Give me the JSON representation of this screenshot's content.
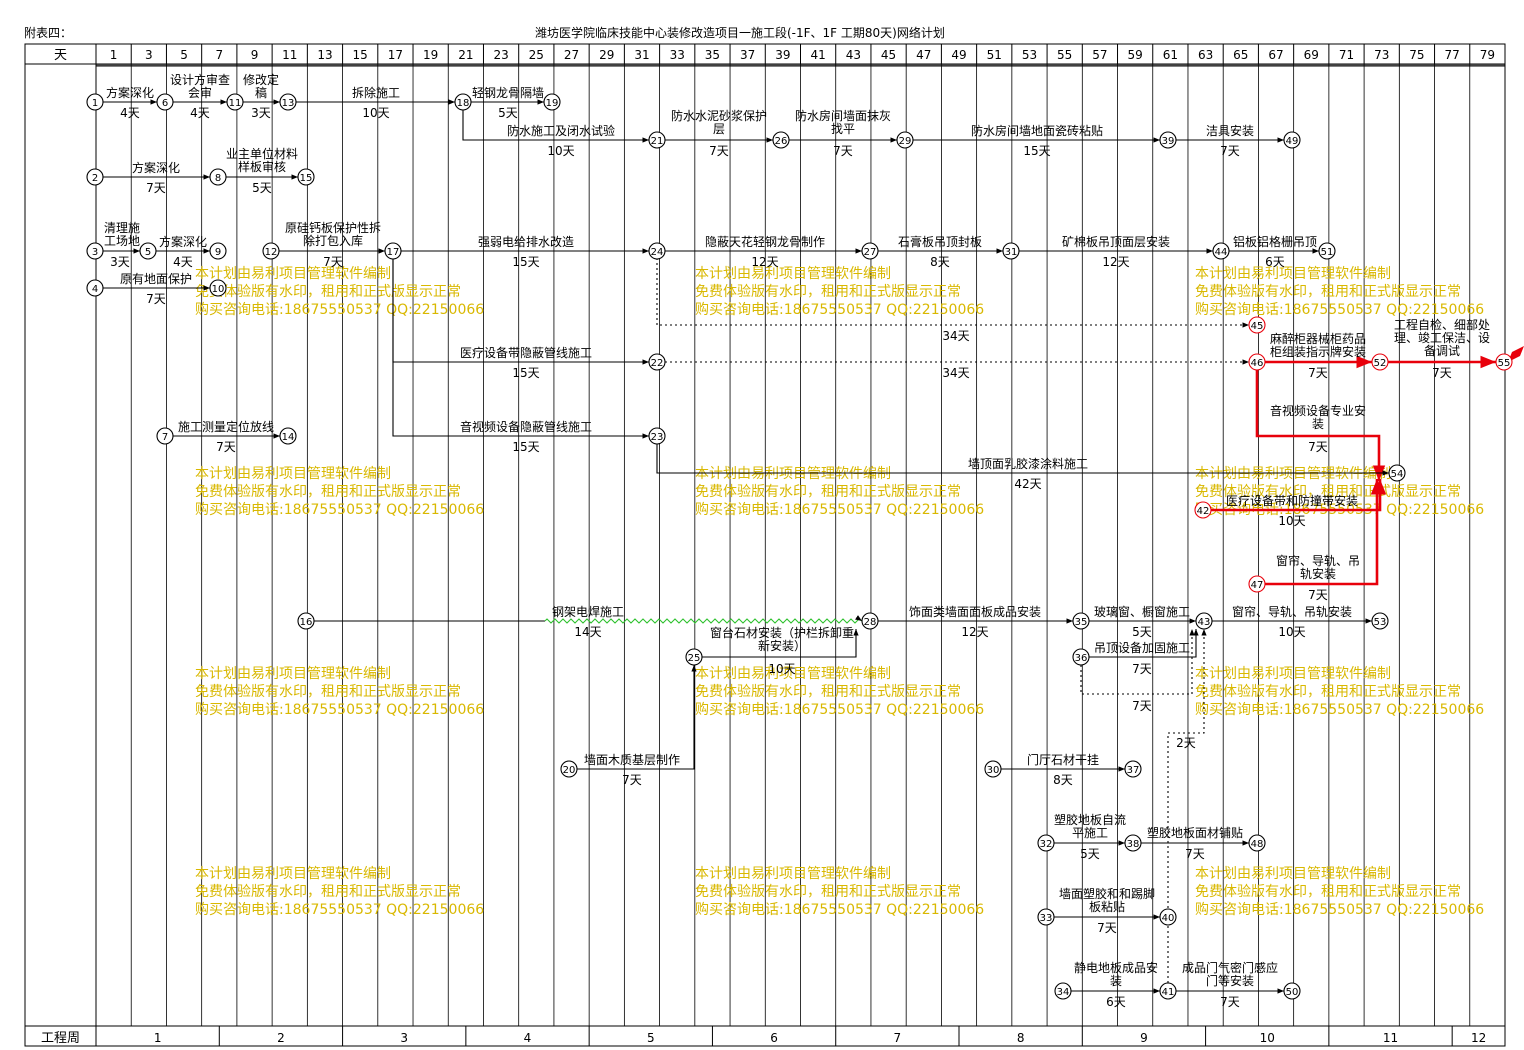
{
  "header": {
    "appendix": "附表四：",
    "title": "潍坊医学院临床技能中心装修改造项目一施工段(-1F、1F 工期80天)网络计划"
  },
  "axis": {
    "day_label": "天",
    "day_ticks": [
      "1",
      "3",
      "5",
      "7",
      "9",
      "11",
      "13",
      "15",
      "17",
      "19",
      "21",
      "23",
      "25",
      "27",
      "29",
      "31",
      "33",
      "35",
      "37",
      "39",
      "41",
      "43",
      "45",
      "47",
      "49",
      "51",
      "53",
      "55",
      "57",
      "59",
      "61",
      "63",
      "65",
      "67",
      "69",
      "71",
      "73",
      "75",
      "77",
      "79"
    ],
    "week_label": "工程周",
    "week_ticks": [
      "1",
      "2",
      "3",
      "4",
      "5",
      "6",
      "7",
      "8",
      "9",
      "10",
      "11",
      "12"
    ]
  },
  "watermark": {
    "line1": "本计划由易利项目管理软件编制",
    "line2": "免费体验版有水印，租用和正式版显示正常",
    "line3": "购买咨询电话:18675550537 QQ:22150066"
  },
  "colors": {
    "critical": "#e8000b",
    "normal": "#000000",
    "watermark": "#d9b800",
    "wave": "#2ec12e"
  },
  "nodes": [
    {
      "id": "1"
    },
    {
      "id": "2"
    },
    {
      "id": "3"
    },
    {
      "id": "4"
    },
    {
      "id": "5"
    },
    {
      "id": "6"
    },
    {
      "id": "7"
    },
    {
      "id": "8"
    },
    {
      "id": "9"
    },
    {
      "id": "10"
    },
    {
      "id": "11"
    },
    {
      "id": "12"
    },
    {
      "id": "13"
    },
    {
      "id": "14"
    },
    {
      "id": "15"
    },
    {
      "id": "16"
    },
    {
      "id": "17"
    },
    {
      "id": "18"
    },
    {
      "id": "19"
    },
    {
      "id": "20"
    },
    {
      "id": "21"
    },
    {
      "id": "22"
    },
    {
      "id": "23"
    },
    {
      "id": "24"
    },
    {
      "id": "25"
    },
    {
      "id": "26"
    },
    {
      "id": "27"
    },
    {
      "id": "28"
    },
    {
      "id": "29"
    },
    {
      "id": "30"
    },
    {
      "id": "31"
    },
    {
      "id": "32"
    },
    {
      "id": "33"
    },
    {
      "id": "34"
    },
    {
      "id": "35"
    },
    {
      "id": "36"
    },
    {
      "id": "37"
    },
    {
      "id": "38"
    },
    {
      "id": "39"
    },
    {
      "id": "40"
    },
    {
      "id": "41"
    },
    {
      "id": "42",
      "critical": true
    },
    {
      "id": "43"
    },
    {
      "id": "44"
    },
    {
      "id": "45",
      "critical": true
    },
    {
      "id": "46",
      "critical": true
    },
    {
      "id": "47",
      "critical": true
    },
    {
      "id": "48"
    },
    {
      "id": "49"
    },
    {
      "id": "50"
    },
    {
      "id": "51"
    },
    {
      "id": "52",
      "critical": true
    },
    {
      "id": "53"
    },
    {
      "id": "54"
    },
    {
      "id": "55",
      "critical": true
    }
  ],
  "activities": [
    {
      "from": "1",
      "to": "6",
      "name": "方案深化",
      "duration": "4天"
    },
    {
      "from": "6",
      "to": "11",
      "name": "设计方审查会审",
      "duration": "4天"
    },
    {
      "from": "11",
      "to": "13",
      "name": "修改定稿",
      "duration": "3天"
    },
    {
      "from": "13",
      "to": "18",
      "name": "拆除施工",
      "duration": "10天"
    },
    {
      "from": "18",
      "to": "19",
      "name": "轻钢龙骨隔墙",
      "duration": "5天"
    },
    {
      "from": "18",
      "to": "21",
      "name": "防水施工及闭水试验",
      "duration": "10天"
    },
    {
      "from": "21",
      "to": "26",
      "name": "防水水泥砂浆保护层",
      "duration": "7天"
    },
    {
      "from": "26",
      "to": "29",
      "name": "防水房间墙面抹灰找平",
      "duration": "7天"
    },
    {
      "from": "29",
      "to": "39",
      "name": "防水房间墙地面瓷砖粘贴",
      "duration": "15天"
    },
    {
      "from": "39",
      "to": "49",
      "name": "洁具安装",
      "duration": "7天"
    },
    {
      "from": "2",
      "to": "8",
      "name": "方案深化",
      "duration": "7天"
    },
    {
      "from": "8",
      "to": "15",
      "name": "业主单位材料样板审核",
      "duration": "5天"
    },
    {
      "from": "3",
      "to": "5",
      "name": "清理施工场地",
      "duration": "3天"
    },
    {
      "from": "5",
      "to": "9",
      "name": "方案深化",
      "duration": "4天"
    },
    {
      "from": "12",
      "to": "17",
      "name": "原硅钙板保护性拆除打包入库",
      "duration": "7天"
    },
    {
      "from": "17",
      "to": "24",
      "name": "强弱电给排水改造",
      "duration": "15天"
    },
    {
      "from": "24",
      "to": "27",
      "name": "隐蔽天花轻钢龙骨制作",
      "duration": "12天"
    },
    {
      "from": "27",
      "to": "31",
      "name": "石膏板吊顶封板",
      "duration": "8天"
    },
    {
      "from": "31",
      "to": "44",
      "name": "矿棉板吊顶面层安装",
      "duration": "12天"
    },
    {
      "from": "44",
      "to": "51",
      "name": "铝板铝格栅吊顶",
      "duration": "6天"
    },
    {
      "from": "4",
      "to": "10",
      "name": "原有地面保护",
      "duration": "7天"
    },
    {
      "from": "24",
      "to": "45",
      "name": "",
      "duration": "34天"
    },
    {
      "from": "17",
      "to": "22",
      "name": "医疗设备带隐蔽管线施工",
      "duration": "15天"
    },
    {
      "from": "22",
      "to": "46",
      "name": "",
      "duration": "34天"
    },
    {
      "from": "46",
      "to": "52",
      "name": "麻醉柜器械柜药品柜组装指示牌安装",
      "duration": "7天",
      "critical": true
    },
    {
      "from": "52",
      "to": "55",
      "name": "工程自检、细部处理、竣工保洁、设备调试",
      "duration": "7天",
      "critical": true
    },
    {
      "from": "46",
      "to": "54",
      "name": "音视频设备专业安装",
      "duration": "7天",
      "critical": true
    },
    {
      "from": "7",
      "to": "14",
      "name": "施工测量定位放线",
      "duration": "7天"
    },
    {
      "from": "17",
      "to": "23",
      "name": "音视频设备隐蔽管线施工",
      "duration": "15天"
    },
    {
      "from": "23",
      "to": "54",
      "name": "墙顶面乳胶漆涂料施工",
      "duration": "42天"
    },
    {
      "from": "42",
      "to": "54",
      "name": "医疗设备带和防撞带安装",
      "duration": "10天",
      "critical": true
    },
    {
      "from": "47",
      "to": "54",
      "name": "窗帘、导轨、吊轨安装",
      "duration": "7天",
      "critical": true
    },
    {
      "from": "16",
      "to": "28",
      "name": "钢架电焊施工",
      "duration": "14天"
    },
    {
      "from": "28",
      "to": "35",
      "name": "饰面类墙面面板成品安装",
      "duration": "12天"
    },
    {
      "from": "35",
      "to": "43",
      "name": "玻璃窗、橱窗施工",
      "duration": "5天"
    },
    {
      "from": "36",
      "to": "43",
      "name": "吊顶设备加固施工",
      "duration": "7天"
    },
    {
      "from": "36",
      "to": "43",
      "name": "",
      "duration": "7天"
    },
    {
      "from": "43",
      "to": "53",
      "name": "窗帘、导轨、吊轨安装",
      "duration": "10天"
    },
    {
      "from": "25",
      "to": "28",
      "name": "窗台石材安装（护栏拆卸重新安装）",
      "duration": "10天"
    },
    {
      "from": "20",
      "to": "25",
      "name": "墙面木质基层制作",
      "duration": "7天"
    },
    {
      "from": "41",
      "to": "43",
      "name": "",
      "duration": "2天"
    },
    {
      "from": "30",
      "to": "37",
      "name": "门厅石材干挂",
      "duration": "8天"
    },
    {
      "from": "32",
      "to": "38",
      "name": "塑胶地板自流平施工",
      "duration": "5天"
    },
    {
      "from": "38",
      "to": "48",
      "name": "塑胶地板面材铺贴",
      "duration": "7天"
    },
    {
      "from": "33",
      "to": "40",
      "name": "墙面塑胶和和踢脚板粘贴",
      "duration": "7天"
    },
    {
      "from": "34",
      "to": "41",
      "name": "静电地板成品安装",
      "duration": "6天"
    },
    {
      "from": "41",
      "to": "50",
      "name": "成品门气密门感应门等安装",
      "duration": "7天"
    }
  ]
}
